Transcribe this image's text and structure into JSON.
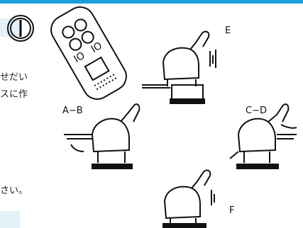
{
  "texts": {
    "line1": "せだい",
    "line2": "スに作",
    "line3": "さい。"
  },
  "labels": {
    "e": "E",
    "ab": "A−B",
    "cd": "C−D",
    "f": "F"
  },
  "icons": {
    "power": "power-button-icon",
    "remote": "remote-control-icon",
    "chair": "recliner-chair-icon"
  },
  "colors": {
    "accent_bar": "#1a9fd8",
    "tint": "#e3f1f9",
    "ink": "#111111"
  }
}
